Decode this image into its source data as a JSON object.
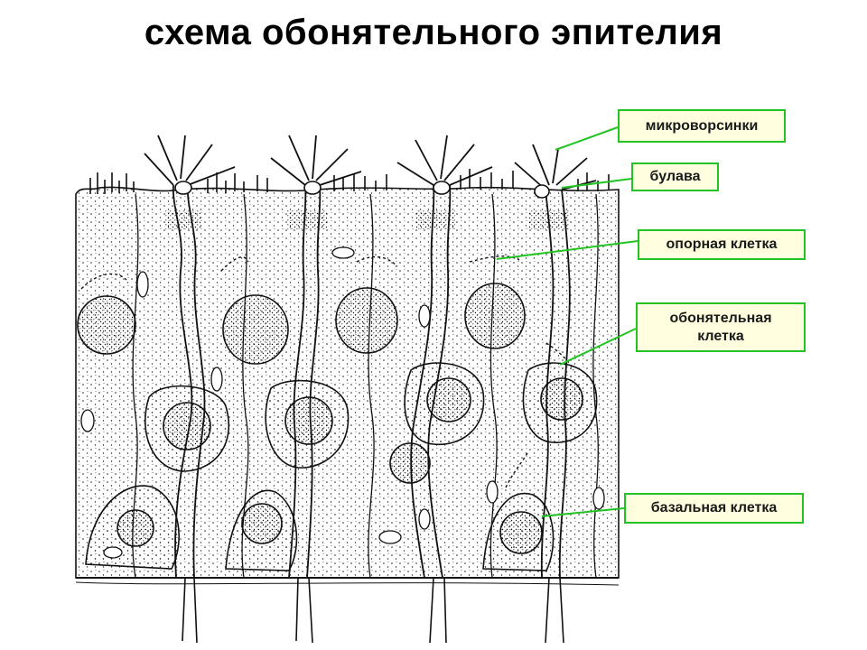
{
  "title": "схема обонятельного эпителия",
  "labels": {
    "microvilli": "микроворсинки",
    "club": "булава",
    "support_cell": "опорная клетка",
    "olfactory_cell": "обонятельная клетка",
    "basal_cell": "базальная клетка"
  },
  "colors": {
    "label_border": "#22c322",
    "label_fill": "#ffffe0",
    "leader_line": "#22c322"
  }
}
